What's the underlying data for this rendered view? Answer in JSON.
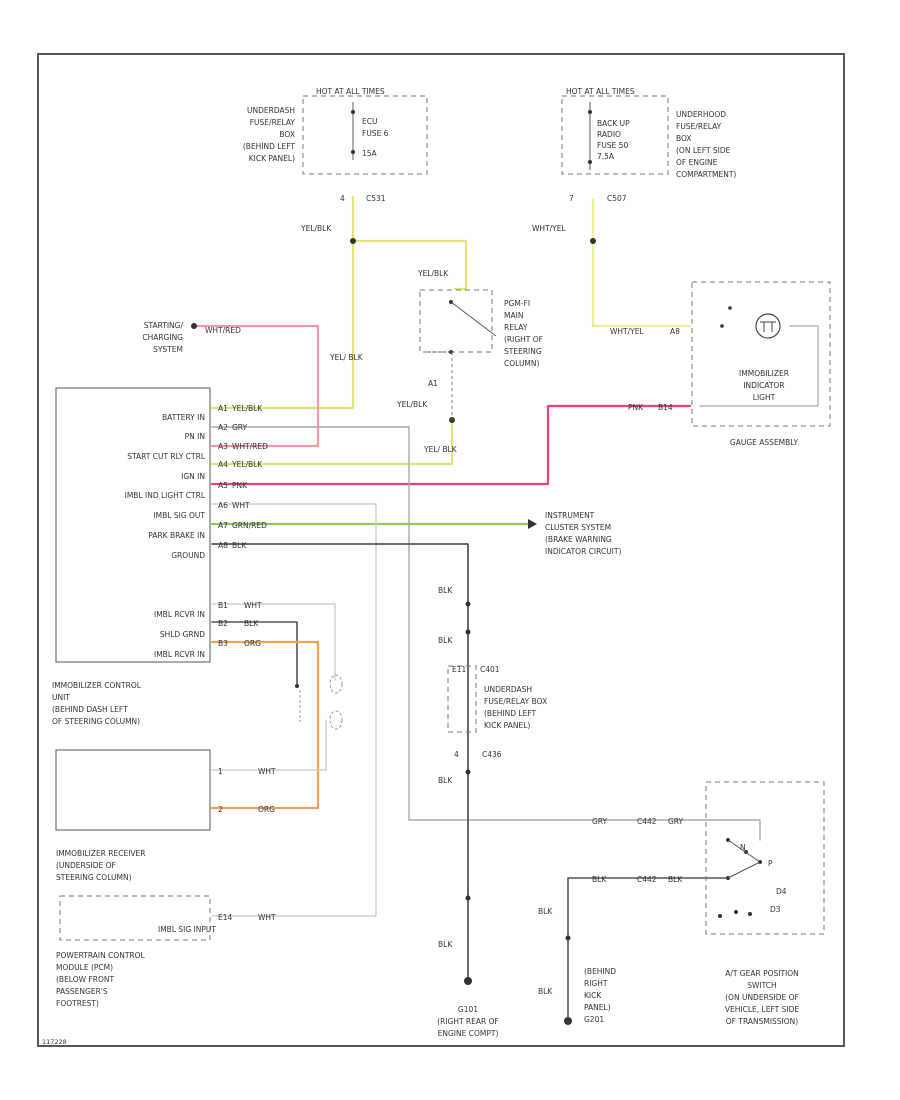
{
  "colors": {
    "yel_blk": "#e2e27a",
    "wht_yel": "#eded9a",
    "wht_red": "#f09aa6",
    "pnk": "#ee3f72",
    "blk": "#555555",
    "gry": "#a9a9a9",
    "wht": "#c6c6c6",
    "grn_red": "#9ec25a",
    "orange": "#f2a15a",
    "frame": "#555555"
  },
  "fuse_box_left": {
    "hot_label": "HOT AT ALL TIMES",
    "name_lines": [
      "UNDERDASH",
      "FUSE/RELAY",
      "BOX",
      "(BEHIND LEFT",
      "KICK PANEL)"
    ],
    "fuse_lines": [
      "ECU",
      "FUSE 6",
      "15A"
    ],
    "pin": "4",
    "connector": "C531",
    "wire": "YEL/BLK"
  },
  "fuse_box_right": {
    "hot_label": "HOT AT ALL TIMES",
    "name_lines": [
      "UNDERHOOD",
      "FUSE/RELAY",
      "BOX",
      "(ON LEFT SIDE",
      "OF ENGINE",
      "COMPARTMENT)"
    ],
    "fuse_lines": [
      "BACK UP",
      "RADIO",
      "FUSE 50",
      "7.5A"
    ],
    "pin": "7",
    "connector": "C507",
    "wire": "WHT/YEL"
  },
  "starting_charging": {
    "lines": [
      "STARTING/",
      "CHARGING",
      "SYSTEM"
    ],
    "wire": "WHT/RED"
  },
  "pgm_fi_relay": {
    "lines": [
      "PGM-FI",
      "MAIN",
      "RELAY",
      "(RIGHT OF",
      "STEERING",
      "COLUMN)"
    ],
    "top_wire": "YEL/BLK",
    "pin": "A1",
    "bottom_wire": "YEL/BLK"
  },
  "vertical_labels": {
    "yel_blk_1": "YEL/ BLK",
    "yel_blk_2": "YEL/ BLK"
  },
  "immobilizer_light": {
    "lines": [
      "IMMOBILIZER",
      "INDICATOR",
      "LIGHT"
    ],
    "assembly": "GAUGE ASSEMBLY",
    "wire_in": "WHT/YEL",
    "pin_in": "A8",
    "wire_out": "PNK",
    "pin_out": "B14"
  },
  "control_unit": {
    "title_lines": [
      "IMMOBILIZER CONTROL",
      "UNIT",
      "(BEHIND DASH LEFT",
      "OF STEERING COLUMN)"
    ],
    "pins": [
      {
        "label": "BATTERY IN",
        "pin": "A1",
        "wire": "YEL/BLK"
      },
      {
        "label": "PN IN",
        "pin": "A2",
        "wire": "GRY"
      },
      {
        "label": "START CUT RLY CTRL",
        "pin": "A3",
        "wire": "WHT/RED"
      },
      {
        "label": "IGN IN",
        "pin": "A4",
        "wire": "YEL/BLK"
      },
      {
        "label": "IMBL IND LIGHT CTRL",
        "pin": "A5",
        "wire": "PNK"
      },
      {
        "label": "IMBL SIG OUT",
        "pin": "A6",
        "wire": "WHT"
      },
      {
        "label": "PARK BRAKE IN",
        "pin": "A7",
        "wire": "GRN/RED"
      },
      {
        "label": "GROUND",
        "pin": "A8",
        "wire": "BLK"
      },
      {
        "label": "IMBL RCVR IN",
        "pin": "B1",
        "wire": "WHT"
      },
      {
        "label": "SHLD GRND",
        "pin": "B2",
        "wire": "BLK"
      },
      {
        "label": "IMBL RCVR IN",
        "pin": "B3",
        "wire": "ORG"
      }
    ]
  },
  "instrument_cluster": {
    "lines": [
      "INSTRUMENT",
      "CLUSTER SYSTEM",
      "(BRAKE WARNING",
      "INDICATOR CIRCUIT)"
    ]
  },
  "ground_chain": {
    "wire1": "BLK",
    "wire2": "BLK",
    "pin_a": "E11",
    "connector_a": "C401",
    "box_lines": [
      "UNDERDASH",
      "FUSE/RELAY BOX",
      "(BEHIND LEFT",
      "KICK PANEL)"
    ],
    "pin_b": "4",
    "connector_b": "C436",
    "wire3": "BLK",
    "wire4": "BLK",
    "ground_id": "G101",
    "ground_lines": [
      "(RIGHT REAR OF",
      "ENGINE COMPT)"
    ]
  },
  "receiver": {
    "lines": [
      "IMMOBILIZER RECEIVER",
      "(UNDERSIDE OF",
      "STEERING COLUMN)"
    ],
    "pin1": "1",
    "wire1": "WHT",
    "pin2": "2",
    "wire2": "ORG"
  },
  "pcm": {
    "box_label": "IMBL SIG INPUT",
    "pin": "E14",
    "wire": "WHT",
    "lines": [
      "POWERTRAIN CONTROL",
      "MODULE (PCM)",
      "(BELOW FRONT",
      "PASSENGER'S",
      "FOOTREST)"
    ]
  },
  "gear_switch": {
    "lines": [
      "A/T GEAR POSITION",
      "SWITCH",
      "(ON UNDERSIDE OF",
      "VEHICLE, LEFT SIDE",
      "OF TRANSMISSION)"
    ],
    "wire_gry": "GRY",
    "conn_gry": "C442",
    "wire_blk": "BLK",
    "conn_blk": "C442",
    "pos_n": "N",
    "pos_p": "P",
    "pos_d4": "D4",
    "pos_d3": "D3",
    "wire_down1": "BLK",
    "wire_down2": "BLK",
    "ground_lines": [
      "(BEHIND",
      "RIGHT",
      "KICK",
      "PANEL)",
      "G201"
    ]
  },
  "figure_id": "117228"
}
